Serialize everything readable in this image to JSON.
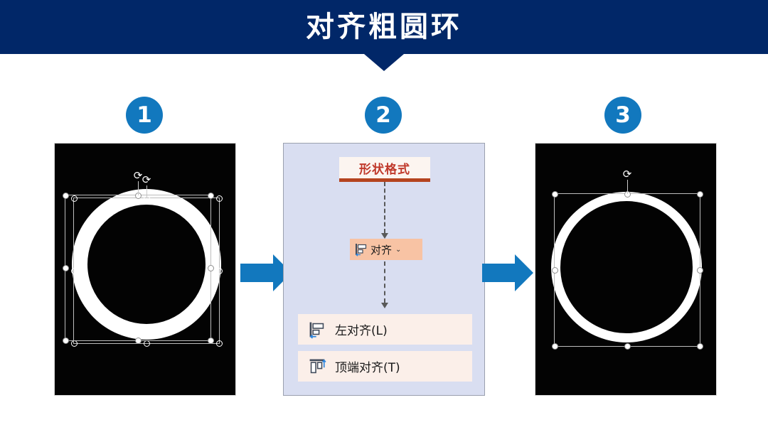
{
  "header": {
    "title": "对齐粗圆环",
    "bg_color": "#012768",
    "text_color": "#ffffff"
  },
  "theme": {
    "accent_blue": "#1278BE",
    "panel_bg": "#D9DEF1",
    "tab_red": "#C0392B",
    "tab_underline": "#B5441F",
    "button_peach": "#F8C3A4",
    "menu_peach": "#FBEFE9",
    "shot_bg": "#030303"
  },
  "steps": [
    {
      "badge": "1",
      "name": "before-alignment"
    },
    {
      "badge": "2",
      "name": "alignment-menu"
    },
    {
      "badge": "3",
      "name": "after-alignment"
    }
  ],
  "panel2": {
    "tab_label": "形状格式",
    "align_button": {
      "label": "对齐",
      "icon": "align-left-icon",
      "chevron": "⌄"
    },
    "menu_items": [
      {
        "label": "左对齐(L)",
        "icon": "align-left-icon"
      },
      {
        "label": "顶端对齐(T)",
        "icon": "align-top-icon"
      }
    ]
  },
  "panel1": {
    "caption": "",
    "rotate_handles": 2,
    "selection_boxes": 2
  },
  "panel3": {
    "caption": "",
    "rotate_handles": 1,
    "selection_boxes": 1
  },
  "arrows": [
    {
      "name": "arrow-step1-to-step2",
      "direction": "right"
    },
    {
      "name": "arrow-step2-to-step3",
      "direction": "right"
    }
  ]
}
